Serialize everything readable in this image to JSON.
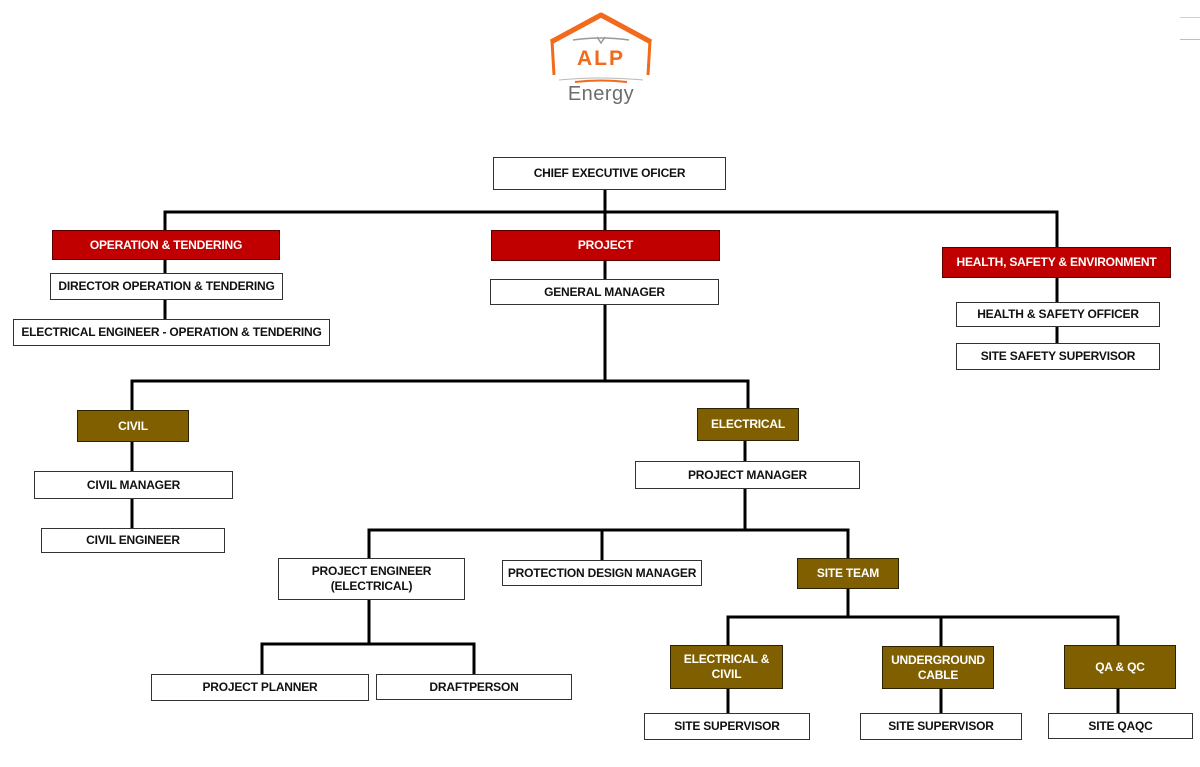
{
  "logo": {
    "brand": "ALP",
    "subtitle": "Energy",
    "colors": {
      "roof": "#f26a1b",
      "text_orange": "#f26a1b",
      "text_gray": "#6d6d6d"
    }
  },
  "colors": {
    "header_red": "#c00000",
    "header_olive": "#7f5f00",
    "line": "#000000",
    "box_border": "#333333"
  },
  "chart": {
    "ceo": "CHIEF EXECUTIVE OFICER",
    "operation": {
      "header": "OPERATION & TENDERING",
      "director": "DIRECTOR OPERATION & TENDERING",
      "engineer": "ELECTRICAL ENGINEER - OPERATION & TENDERING"
    },
    "project": {
      "header": "PROJECT",
      "general_manager": "GENERAL MANAGER",
      "civil": {
        "header": "CIVIL",
        "manager": "CIVIL MANAGER",
        "engineer": "CIVIL ENGINEER"
      },
      "electrical": {
        "header": "ELECTRICAL",
        "project_manager": "PROJECT MANAGER",
        "project_engineer_line1": "PROJECT ENGINEER",
        "project_engineer_line2": "(ELECTRICAL)",
        "protection_design_manager": "PROTECTION DESIGN MANAGER",
        "project_planner": "PROJECT PLANNER",
        "draftperson": "DRAFTPERSON",
        "site_team": {
          "header": "SITE TEAM",
          "groups": [
            {
              "line1": "ELECTRICAL &",
              "line2": "CIVIL",
              "role": "SITE SUPERVISOR"
            },
            {
              "line1": "UNDERGROUND",
              "line2": "CABLE",
              "role": "SITE SUPERVISOR"
            },
            {
              "line1": "QA & QC",
              "line2": "",
              "role": "SITE QAQC"
            }
          ]
        }
      }
    },
    "hse": {
      "header": "HEALTH, SAFETY & ENVIRONMENT",
      "officer": "HEALTH & SAFETY OFFICER",
      "supervisor": "SITE SAFETY SUPERVISOR"
    }
  }
}
